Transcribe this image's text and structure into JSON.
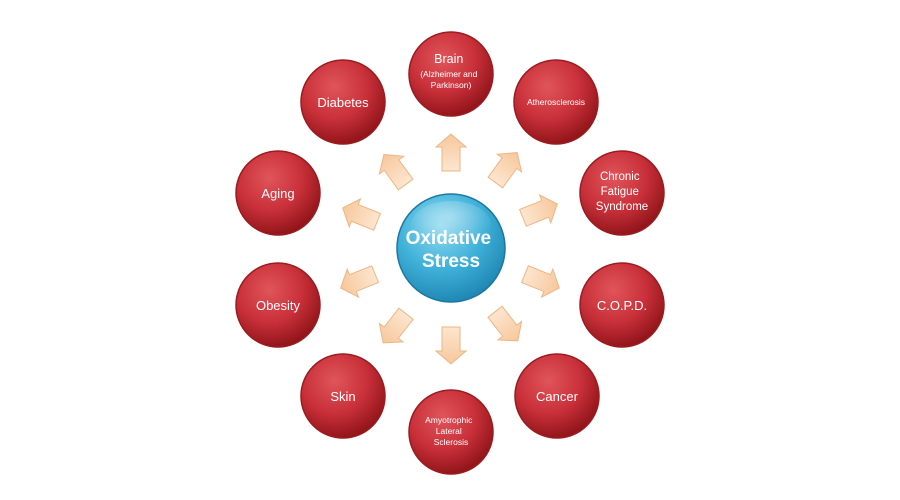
{
  "center": {
    "lines": [
      "Oxidative",
      "Stress"
    ]
  },
  "nodes": [
    {
      "id": "brain",
      "lines": [
        "Brain"
      ],
      "sublines": [
        "(Alzheimer and",
        "Parkinson)"
      ]
    },
    {
      "id": "atherosclerosis",
      "lines": [
        "Atherosclerosis"
      ]
    },
    {
      "id": "chronic-fatigue-syndrome",
      "lines": [
        "Chronic",
        "Fatigue",
        "Syndrome"
      ]
    },
    {
      "id": "copd",
      "lines": [
        "C.O.P.D."
      ]
    },
    {
      "id": "cancer",
      "lines": [
        "Cancer"
      ]
    },
    {
      "id": "amyotrophic-lateral-sclerosis",
      "lines": [
        "Amyotrophic",
        "Lateral",
        "Sclerosis"
      ]
    },
    {
      "id": "skin",
      "lines": [
        "Skin"
      ]
    },
    {
      "id": "obesity",
      "lines": [
        "Obesity"
      ]
    },
    {
      "id": "aging",
      "lines": [
        "Aging"
      ]
    },
    {
      "id": "diabetes",
      "lines": [
        "Diabetes"
      ]
    }
  ],
  "colors": {
    "node_fill_light": "#e0555a",
    "node_fill": "#c9303a",
    "node_fill_dark": "#8f1418",
    "node_stroke": "#9b1c20",
    "center_fill_light": "#8fd9ef",
    "center_fill": "#3fb1d9",
    "center_fill_dark": "#1f86b3",
    "arrow_fill": "#fbd8b6",
    "arrow_stroke": "#eeb584",
    "text": "#ffffff"
  }
}
